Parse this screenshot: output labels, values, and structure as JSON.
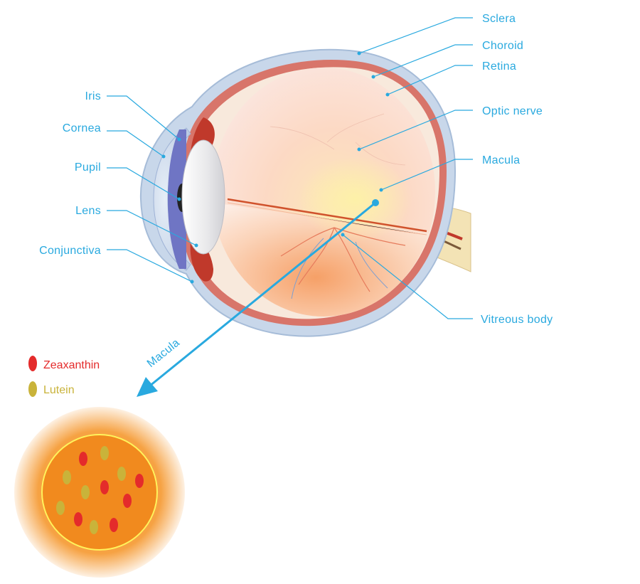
{
  "labels": {
    "sclera": "Sclera",
    "choroid": "Choroid",
    "retina": "Retina",
    "optic_nerve": "Optic nerve",
    "macula": "Macula",
    "vitreous_body": "Vitreous body",
    "iris": "Iris",
    "cornea": "Cornea",
    "pupil": "Pupil",
    "lens": "Lens",
    "conjunctiva": "Conjunctiva",
    "macula_arrow": "Macula"
  },
  "legend": {
    "zeaxanthin": "Zeaxanthin",
    "lutein": "Lutein"
  },
  "colors": {
    "label": "#29a9df",
    "zeaxanthin": "#e42b2b",
    "lutein": "#c9b33a",
    "macula_outer": "#f6a243",
    "macula_inner": "#f18a1e"
  }
}
